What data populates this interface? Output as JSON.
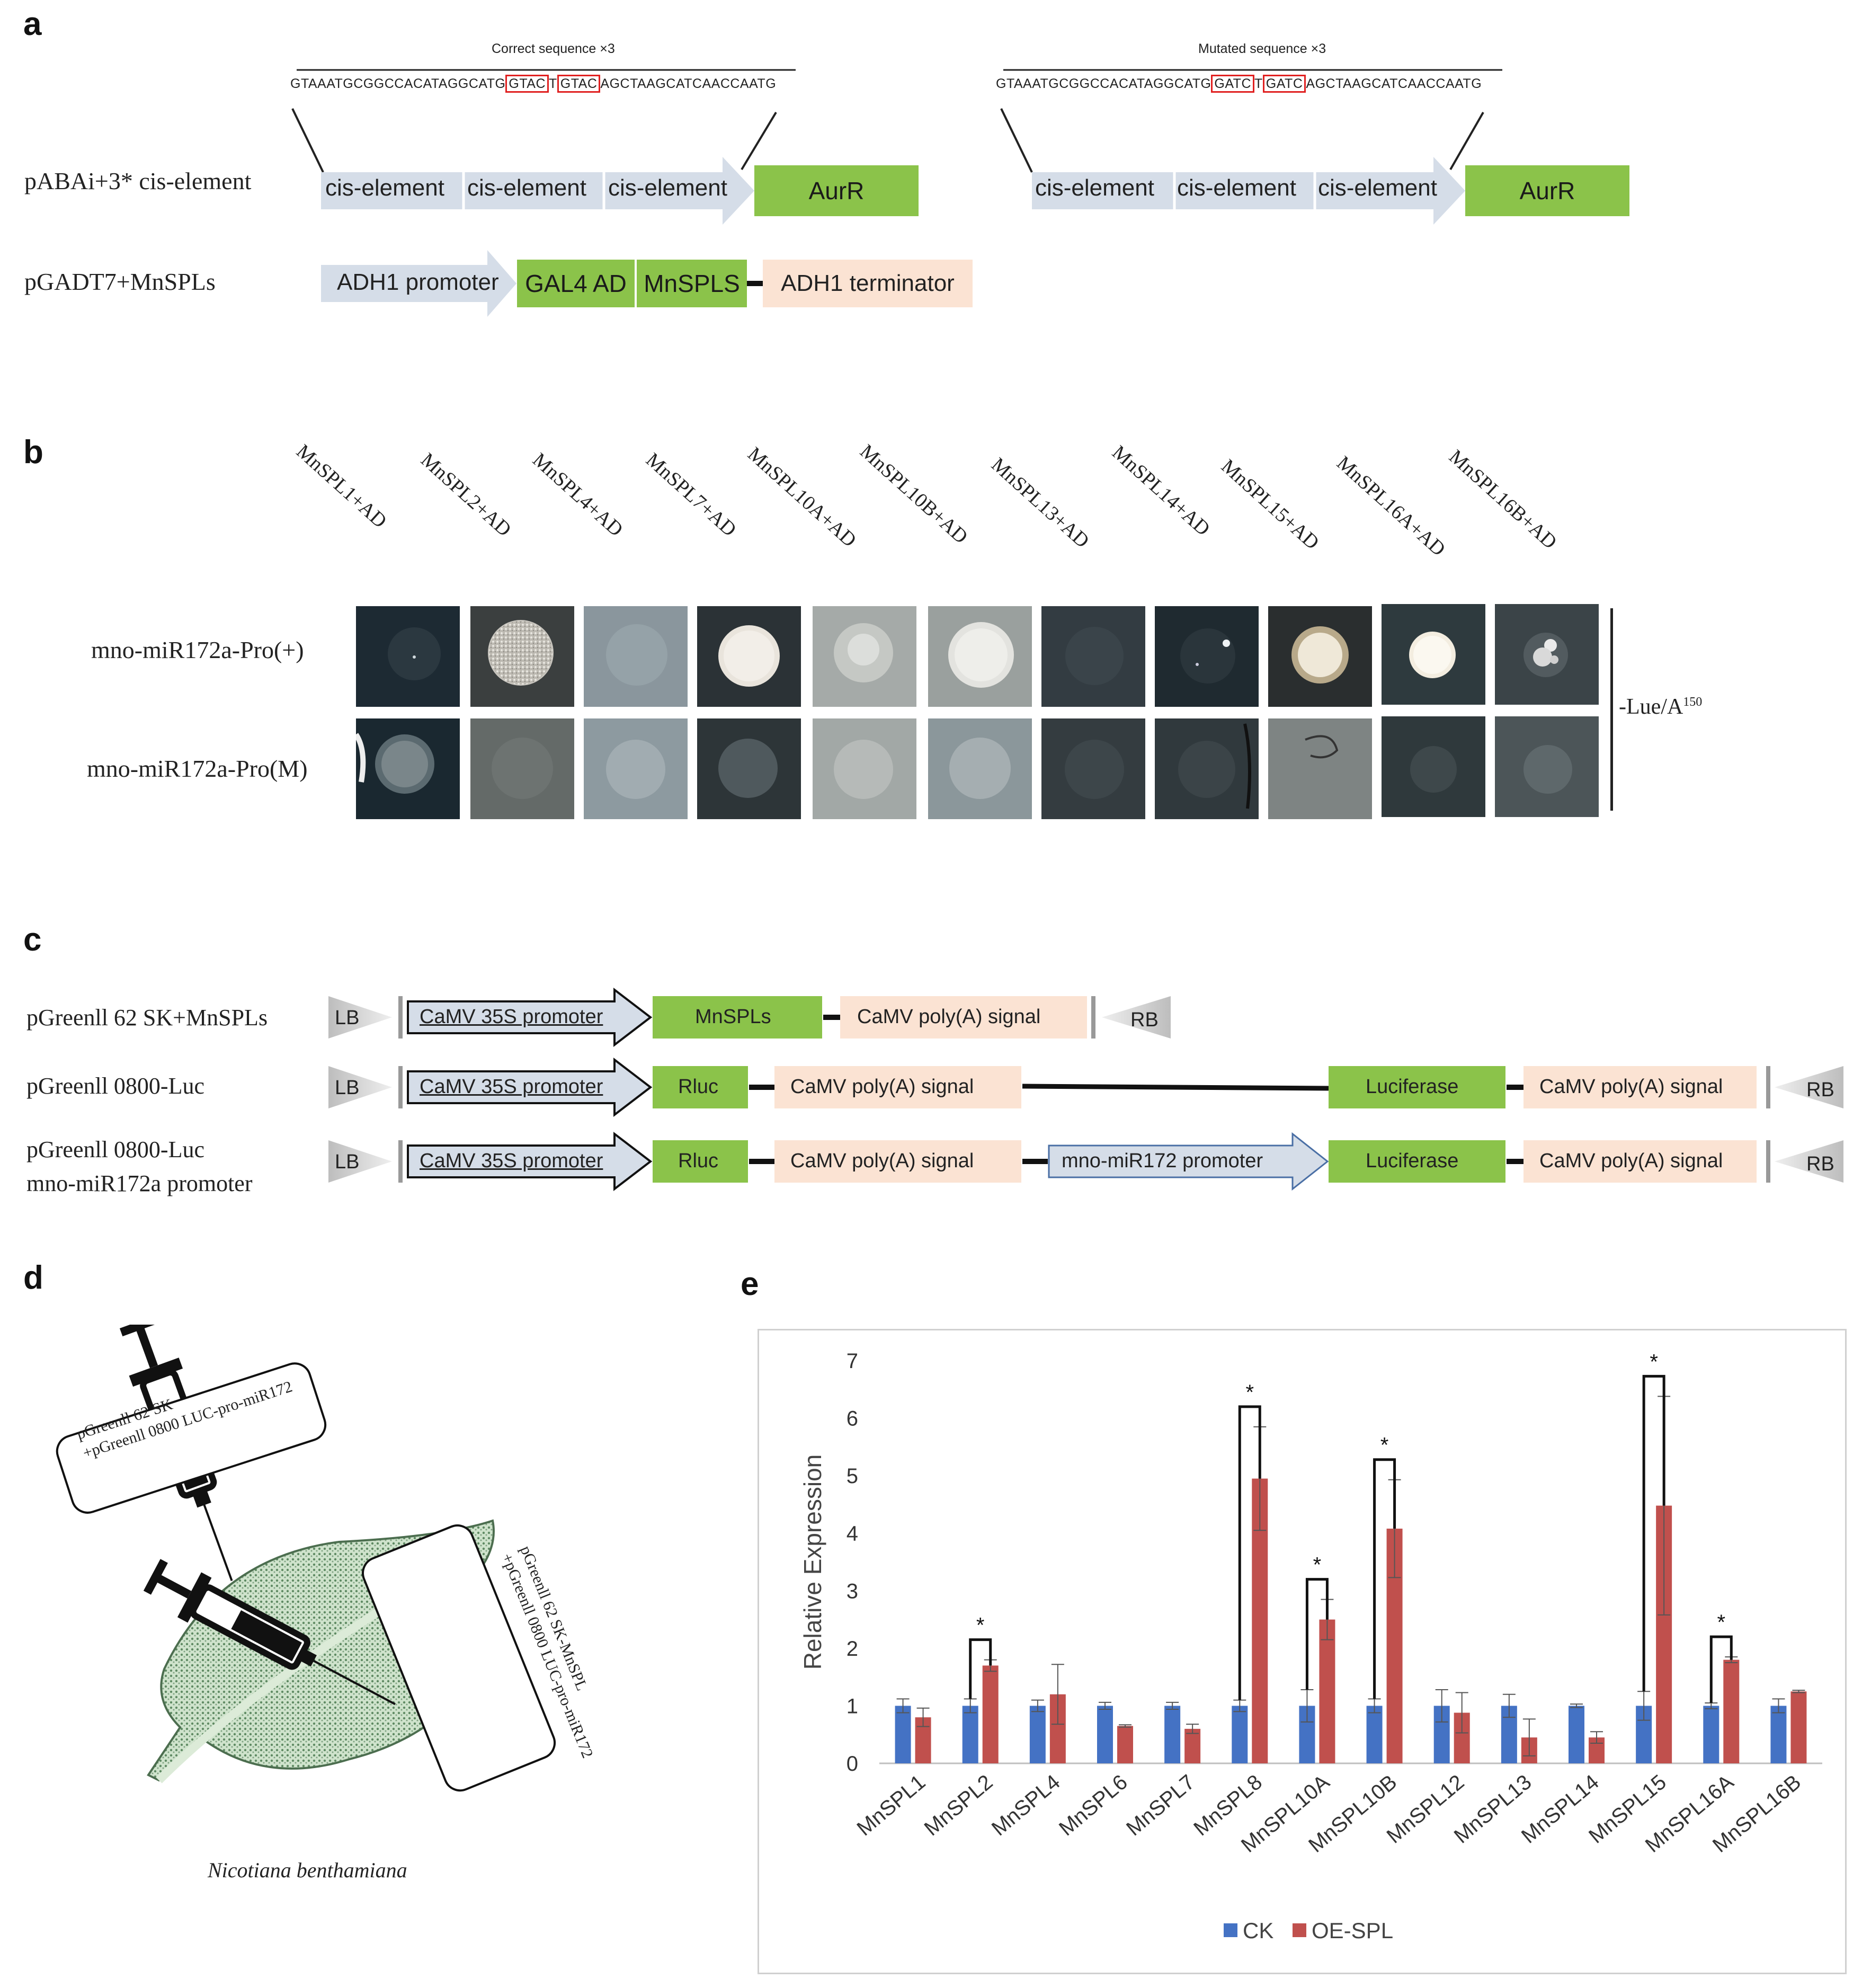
{
  "panel_a": {
    "letter": "a",
    "correct_title": "Correct sequence ×3",
    "mutated_title": "Mutated sequence ×3",
    "correct_seq": {
      "pre": "GTAAATGCGGCCACATAGGCATG",
      "box1": "GTAC",
      "mid": "T",
      "box2": "GTAC",
      "post": "AGCTAAGCATCAACCAATG"
    },
    "mutated_seq": {
      "pre": "GTAAATGCGGCCACATAGGCATG",
      "box1": "GATC",
      "mid": "T",
      "box2": "GATC",
      "post": "AGCTAAGCATCAACCAATG"
    },
    "row1_label": "pABAi+3* cis-element",
    "row2_label": "pGADT7+MnSPLs",
    "cis_label": "cis-element",
    "aurr_label": "AurR",
    "adh1_promoter": "ADH1 promoter",
    "gal4_ad": "GAL4 AD",
    "mnspls": "MnSPLS",
    "adh1_terminator": "ADH1 terminator"
  },
  "panel_b": {
    "letter": "b",
    "columns": [
      "MnSPL1+AD",
      "MnSPL2+AD",
      "MnSPL4+AD",
      "MnSPL7+AD",
      "MnSPL10A+AD",
      "MnSPL10B+AD",
      "MnSPL13+AD",
      "MnSPL14+AD",
      "MnSPL15+AD",
      "MnSPL16A+AD",
      "MnSPL16B+AD"
    ],
    "row_top": "mno-miR172a-Pro(+)",
    "row_bottom": "mno-miR172a-Pro(M)",
    "medium": "-Lue/A",
    "medium_sup": "150"
  },
  "panel_c": {
    "letter": "c",
    "rows": [
      {
        "label": "pGreenll 62 SK+MnSPLs"
      },
      {
        "label": "pGreenll 0800-Luc"
      },
      {
        "label": "pGreenll 0800-Luc\nmno-miR172a promoter"
      }
    ],
    "lb": "LB",
    "rb": "RB",
    "camv_promoter": "CaMV 35S promoter",
    "mnspls": "MnSPLs",
    "polya": "CaMV poly(A) signal",
    "rluc": "Rluc",
    "luciferase": "Luciferase",
    "mir_promoter": "mno-miR172 promoter"
  },
  "panel_d": {
    "letter": "d",
    "syringe1_text": "pGreenll 62 SK\n+pGreenll 0800 LUC-pro-miR172",
    "syringe2_text": "pGreenll 62 SK-MnSPL\n+pGreenll 0800 LUC-pro-miR172",
    "species": "Nicotiana benthamiana"
  },
  "panel_e": {
    "letter": "e",
    "chart_data": {
      "type": "bar",
      "ylabel": "Relative Expression",
      "ylim": [
        0,
        7
      ],
      "yticks": [
        0,
        1,
        2,
        3,
        4,
        5,
        6,
        7
      ],
      "categories": [
        "MnSPL1",
        "MnSPL2",
        "MnSPL4",
        "MnSPL6",
        "MnSPL7",
        "MnSPL8",
        "MnSPL10A",
        "MnSPL10B",
        "MnSPL12",
        "MnSPL13",
        "MnSPL14",
        "MnSPL15",
        "MnSPL16A",
        "MnSPL16B"
      ],
      "series": [
        {
          "name": "CK",
          "color": "#4472c4",
          "values": [
            1.0,
            1.0,
            1.0,
            1.0,
            1.0,
            1.0,
            1.0,
            1.0,
            1.0,
            1.0,
            1.0,
            1.0,
            1.0,
            1.0
          ],
          "errors": [
            0.12,
            0.12,
            0.1,
            0.06,
            0.06,
            0.1,
            0.28,
            0.12,
            0.28,
            0.2,
            0.03,
            0.25,
            0.05,
            0.12
          ]
        },
        {
          "name": "OE-SPL",
          "color": "#c0504d",
          "values": [
            0.8,
            1.7,
            1.2,
            0.65,
            0.6,
            4.95,
            2.5,
            4.08,
            0.88,
            0.45,
            0.45,
            4.48,
            1.8,
            1.25
          ],
          "errors": [
            0.16,
            0.1,
            0.52,
            0.02,
            0.08,
            0.9,
            0.35,
            0.85,
            0.35,
            0.32,
            0.1,
            1.9,
            0.05,
            0.02
          ]
        }
      ],
      "significance": [
        {
          "category": "MnSPL2",
          "label": "*"
        },
        {
          "category": "MnSPL8",
          "label": "*"
        },
        {
          "category": "MnSPL10A",
          "label": "*"
        },
        {
          "category": "MnSPL10B",
          "label": "*"
        },
        {
          "category": "MnSPL15",
          "label": "*"
        },
        {
          "category": "MnSPL16A",
          "label": "*"
        }
      ],
      "legend_position": "bottom"
    }
  }
}
